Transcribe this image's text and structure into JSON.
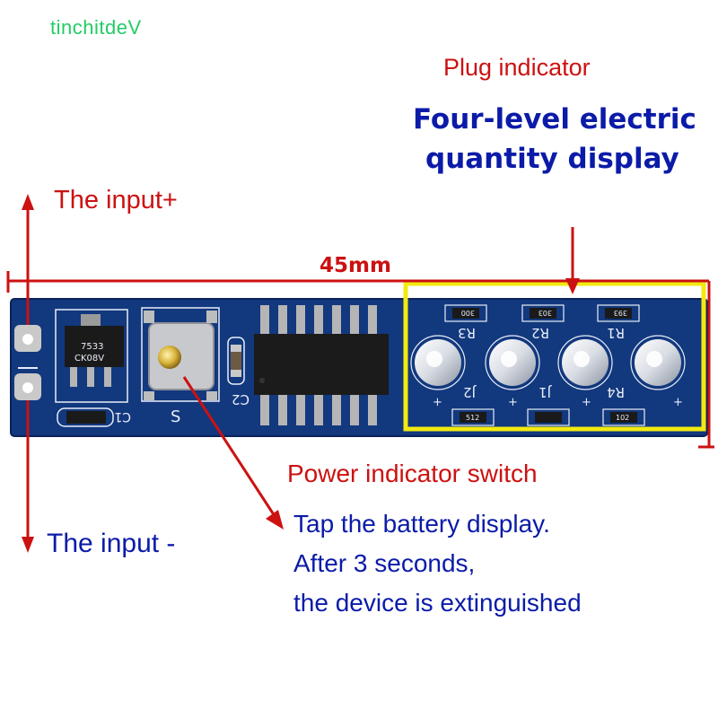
{
  "watermark": "tinchitdeV",
  "labels": {
    "plug_indicator": "Plug indicator",
    "four_level_line1": "Four-level electric",
    "four_level_line2": "quantity display",
    "input_plus": "The input+",
    "input_minus": "The input -",
    "dimension": "45mm",
    "power_switch": "Power indicator switch",
    "tap_line1": "Tap the battery display.",
    "tap_line2": "After 3 seconds,",
    "tap_line3": "the device is extinguished"
  },
  "silkscreen": {
    "r3": "R3",
    "r2": "R2",
    "r1": "R1",
    "r4": "R4",
    "j1": "J1",
    "j2": "J2",
    "c1": "C1",
    "c2": "C2",
    "s": "S",
    "chip_line1": "7533",
    "chip_line2": "CK08V",
    "res_top1": "300",
    "res_top2": "303",
    "res_top3": "393",
    "res_bot1": "512",
    "res_bot2": "102"
  },
  "colors": {
    "annotation_red": "#cc1111",
    "annotation_blue": "#0b1ba8",
    "pcb_blue": "#12387e",
    "highlight_yellow": "#f2ea10",
    "watermark_green": "#22cc66"
  }
}
